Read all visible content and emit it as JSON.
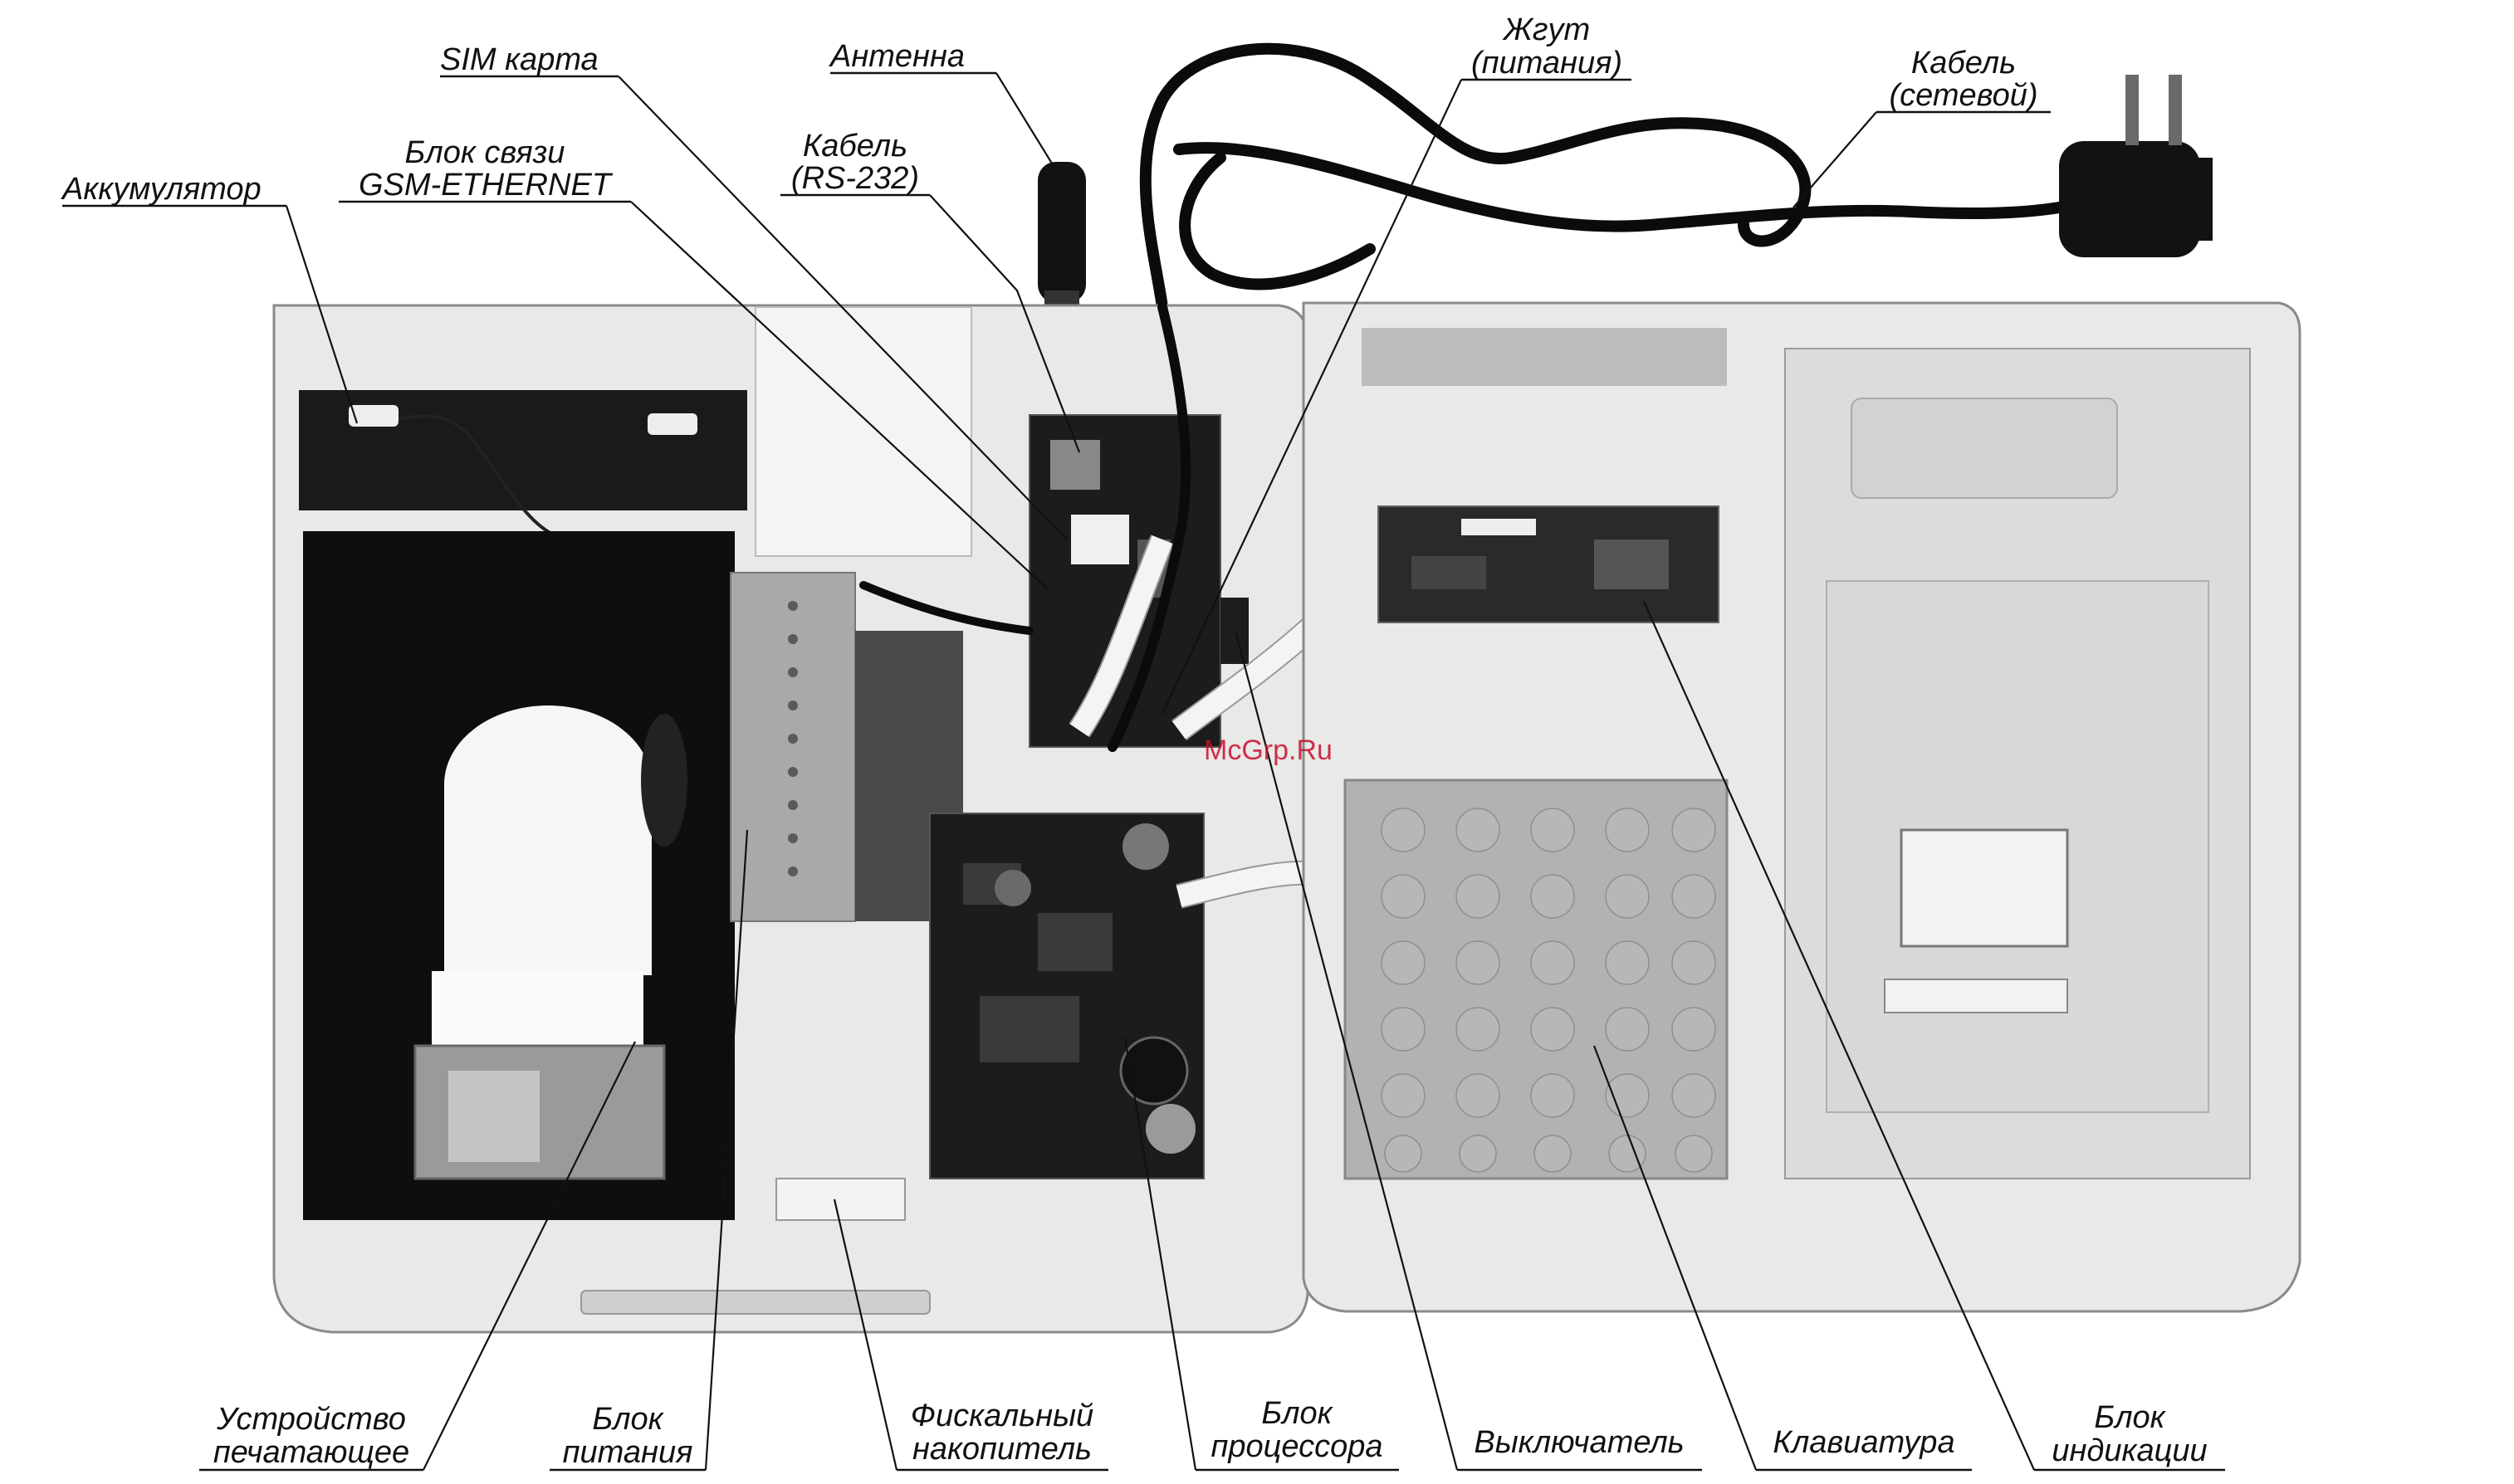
{
  "watermark": "McGrp.Ru",
  "labels": {
    "sim_card": "SIM карта",
    "antenna": "Антенна",
    "harness_line1": "Жгут",
    "harness_line2": "(питания)",
    "power_cable_line1": "Кабель",
    "power_cable_line2": "(сетевой)",
    "comm_unit_line1": "Блок связи",
    "comm_unit_line2": "GSM-ETHERNET",
    "rs232_line1": "Кабель",
    "rs232_line2": "(RS-232)",
    "battery": "Аккумулятор",
    "printer_line1": "Устройство",
    "printer_line2": "печатающее",
    "psu_line1": "Блок",
    "psu_line2": "питания",
    "fiscal_line1": "Фискальный",
    "fiscal_line2": "накопитель",
    "cpu_line1": "Блок",
    "cpu_line2": "процессора",
    "switch": "Выключатель",
    "keyboard": "Клавиатура",
    "display_line1": "Блок",
    "display_line2": "индикации"
  },
  "colors": {
    "label_text": "#111111",
    "watermark": "#c8102e"
  }
}
